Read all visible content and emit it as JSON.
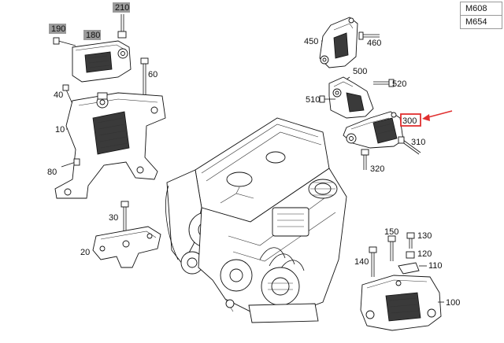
{
  "models": [
    "M608",
    "M654"
  ],
  "highlight_color": "#e03030",
  "label_grey_bg": "#9a9a9a",
  "part_numbers": {
    "p10": "10",
    "p20": "20",
    "p30": "30",
    "p40": "40",
    "p60": "60",
    "p80": "80",
    "p100": "100",
    "p110": "110",
    "p120": "120",
    "p130": "130",
    "p140": "140",
    "p150": "150",
    "p180": "180",
    "p190": "190",
    "p210": "210",
    "p300": "300",
    "p310": "310",
    "p320": "320",
    "p450": "450",
    "p460": "460",
    "p500": "500",
    "p510": "510",
    "p520": "520"
  }
}
